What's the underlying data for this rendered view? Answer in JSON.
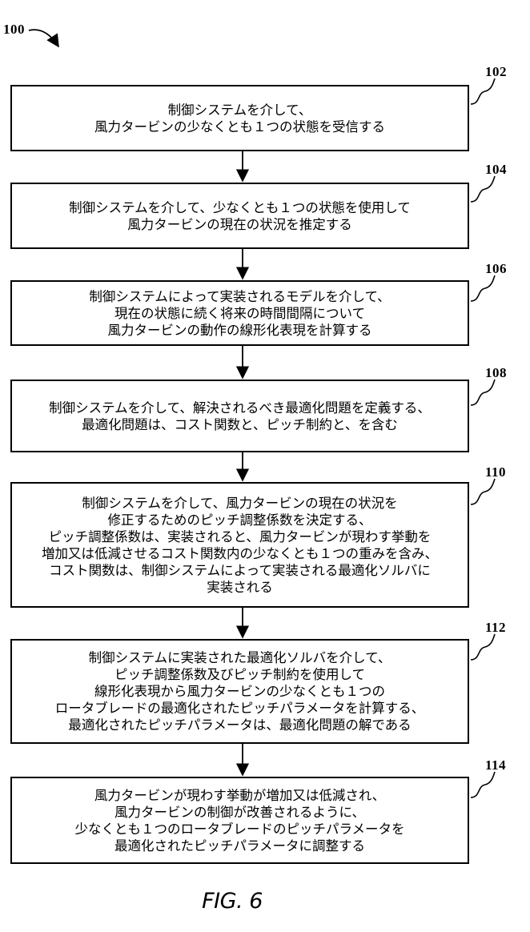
{
  "diagram": {
    "figure_ref": "100",
    "figure_label": "FIG. 6",
    "steps": [
      {
        "ref": "102",
        "lines": [
          "制御システムを介して、",
          "風力タービンの少なくとも１つの状態を受信する"
        ]
      },
      {
        "ref": "104",
        "lines": [
          "制御システムを介して、少なくとも１つの状態を使用して",
          "風力タービンの現在の状況を推定する"
        ]
      },
      {
        "ref": "106",
        "lines": [
          "制御システムによって実装されるモデルを介して、",
          "現在の状態に続く将来の時間間隔について",
          "風力タービンの動作の線形化表現を計算する"
        ]
      },
      {
        "ref": "108",
        "lines": [
          "制御システムを介して、解決されるべき最適化問題を定義する、",
          "最適化問題は、コスト関数と、ピッチ制約と、を含む"
        ]
      },
      {
        "ref": "110",
        "lines": [
          "制御システムを介して、風力タービンの現在の状況を",
          "修正するためのピッチ調整係数を決定する、",
          "ピッチ調整係数は、実装されると、風力タービンが現わす挙動を",
          "増加又は低減させるコスト関数内の少なくとも１つの重みを含み、",
          "コスト関数は、制御システムによって実装される最適化ソルバに",
          "実装される"
        ]
      },
      {
        "ref": "112",
        "lines": [
          "制御システムに実装された最適化ソルバを介して、",
          "ピッチ調整係数及びピッチ制約を使用して",
          "線形化表現から風力タービンの少なくとも１つの",
          "ロータブレードの最適化されたピッチパラメータを計算する、",
          "最適化されたピッチパラメータは、最適化問題の解である"
        ]
      },
      {
        "ref": "114",
        "lines": [
          "風力タービンが現わす挙動が増加又は低減され、",
          "風力タービンの制御が改善されるように、",
          "少なくとも１つのロータブレードのピッチパラメータを",
          "最適化されたピッチパラメータに調整する"
        ]
      }
    ]
  }
}
